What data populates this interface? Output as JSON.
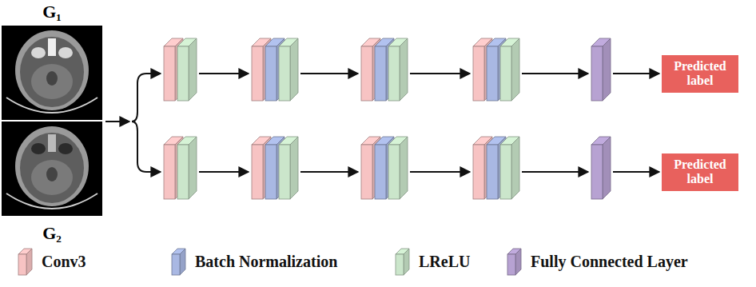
{
  "diagram": {
    "nodes": [
      {
        "text": [
          "G₁"
        ]
      },
      {
        "text": [
          "G₂"
        ]
      },
      {
        "text": [
          "Predicted label"
        ]
      },
      {
        "text": [
          "Predicted label"
        ]
      }
    ],
    "legend": [
      {
        "text": "Conv3",
        "color": "#f7c3c3"
      },
      {
        "text": "Batch Normalization",
        "color": "#a9b8e3"
      },
      {
        "text": "LReLU",
        "color": "#cbe6cb"
      },
      {
        "text": "Fully Connected Layer",
        "color": "#b7a2d2"
      }
    ]
  }
}
